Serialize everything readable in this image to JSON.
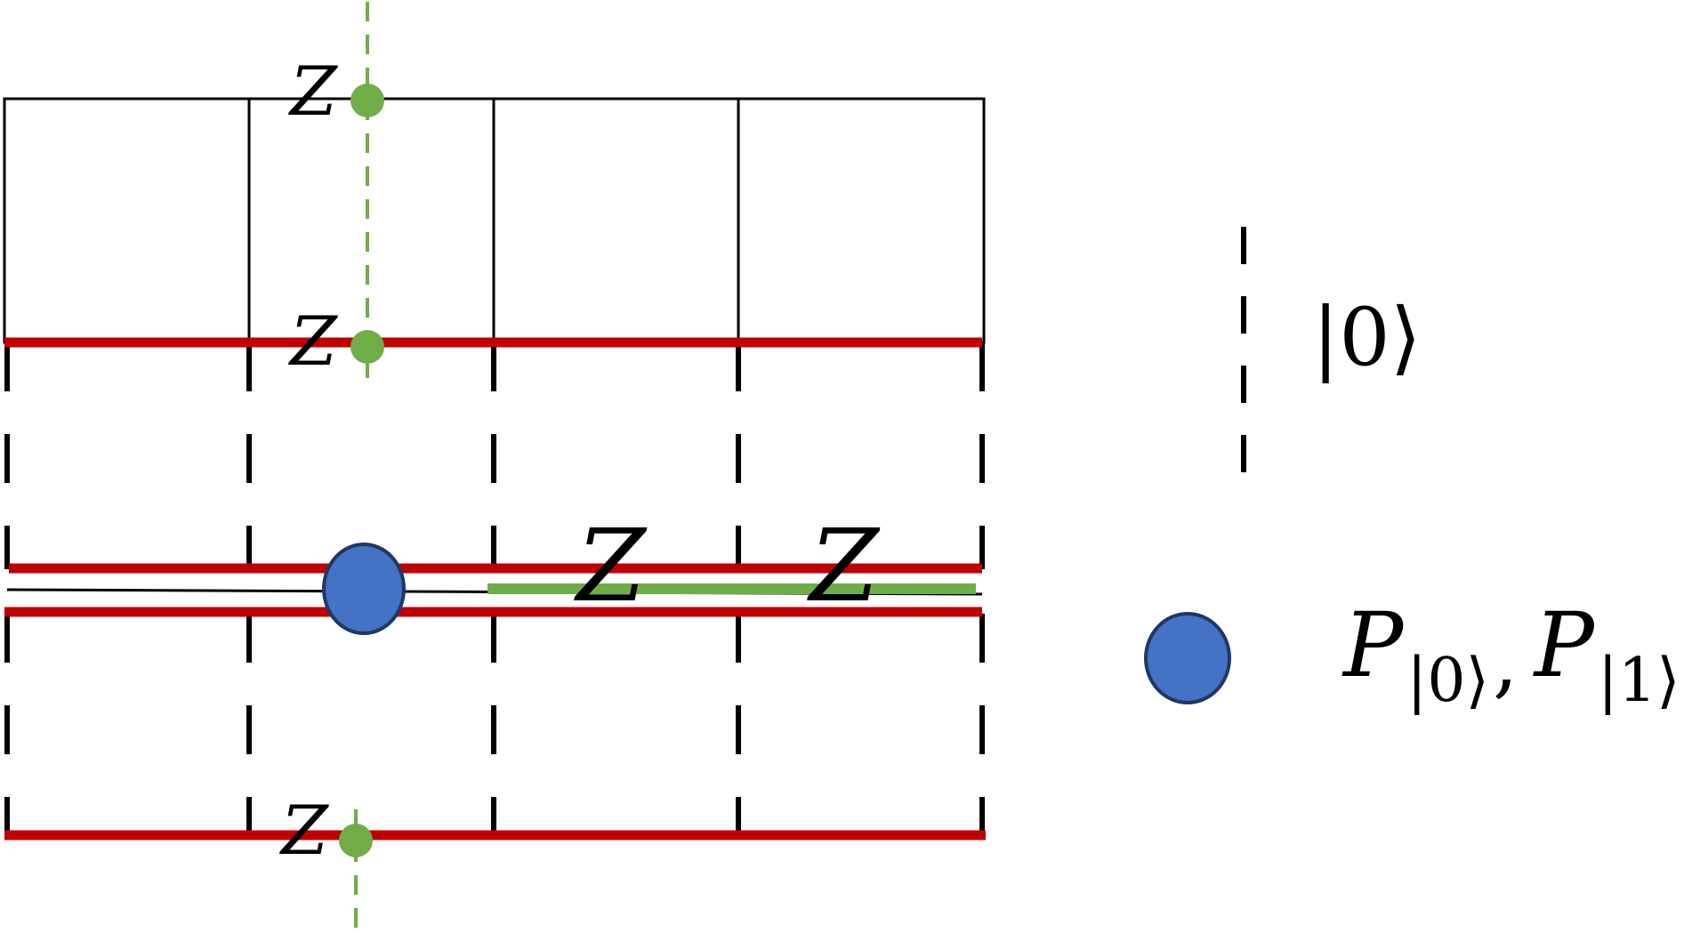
{
  "labels": {
    "z_small": "Z",
    "z_large": "Z",
    "legend_zero": "|0⟩",
    "legend_P": "P",
    "legend_sub0": "|0⟩",
    "legend_comma": ",",
    "legend_sub1": "|1⟩"
  },
  "colors": {
    "grid": "#000000",
    "red_line": "#c00000",
    "green": "#70ad47",
    "circle_fill": "#4472c4",
    "circle_stroke": "#1f3864"
  }
}
